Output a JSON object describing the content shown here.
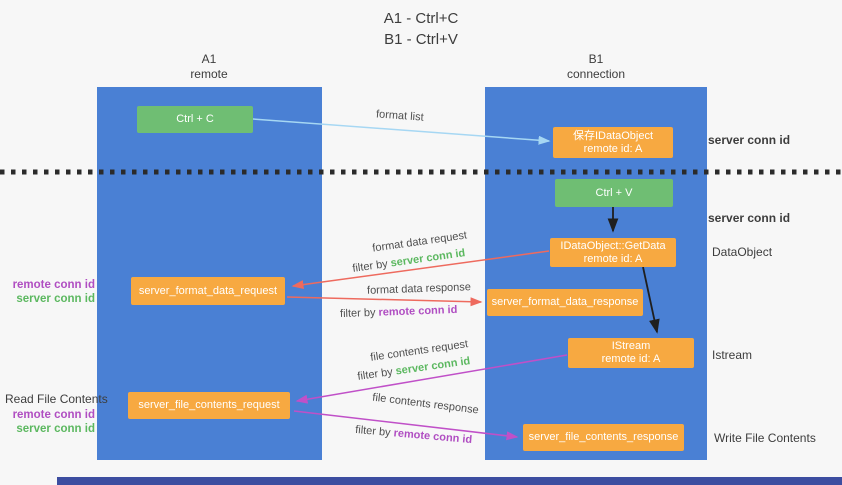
{
  "title": {
    "line1": "A1 - Ctrl+C",
    "line2": "B1 - Ctrl+V"
  },
  "columns": {
    "a": {
      "id": "A1",
      "name": "remote"
    },
    "b": {
      "id": "B1",
      "name": "connection"
    }
  },
  "nodes": {
    "ctrl_c": "Ctrl + C",
    "ctrl_v": "Ctrl + V",
    "save_dataobject": {
      "line1": "保存IDataObject",
      "line2": "remote id: A"
    },
    "getdata": {
      "line1": "IDataObject::GetData",
      "line2": "remote id: A"
    },
    "istream": {
      "line1": "IStream",
      "line2": "remote id: A"
    },
    "format_request": "server_format_data_request",
    "format_response": "server_format_data_response",
    "file_request": "server_file_contents_request",
    "file_response": "server_file_contents_response"
  },
  "labels": {
    "format_list": "format list",
    "format_data_request": "format data request",
    "format_data_response": "format data response",
    "file_contents_request": "file contents request",
    "file_contents_response": "file contents response",
    "filter_by": "filter by ",
    "server_conn_id": "server conn id",
    "remote_conn_id": "remote conn id",
    "dataobject": "DataObject",
    "istream_side": "Istream",
    "write_file_contents": "Write File Contents",
    "read_file_contents": "Read File Contents"
  },
  "colors": {
    "background": "#f7f7f7",
    "column_blue": "#4a80d4",
    "box_green": "#6fbe73",
    "box_orange": "#f7a941",
    "arrow_blue": "#a6d7f3",
    "arrow_red": "#ee6a5e",
    "arrow_purple": "#c050c8",
    "arrow_black": "#1f1f1f",
    "divider_black": "#2b2b2b",
    "text_green": "#5cb860",
    "text_purple": "#b04ec2",
    "bottom_bar": "#3c4da0"
  }
}
